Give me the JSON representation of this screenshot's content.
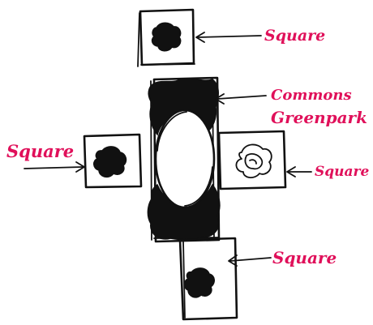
{
  "labels": {
    "top_square": "Square",
    "left_square": "Square",
    "right_square": "Square",
    "bottom_square": "Square",
    "commons_line1": "Commons",
    "commons_line2": "Greenpark"
  },
  "colors": {
    "label": "#e0105a",
    "ink": "#111111"
  }
}
